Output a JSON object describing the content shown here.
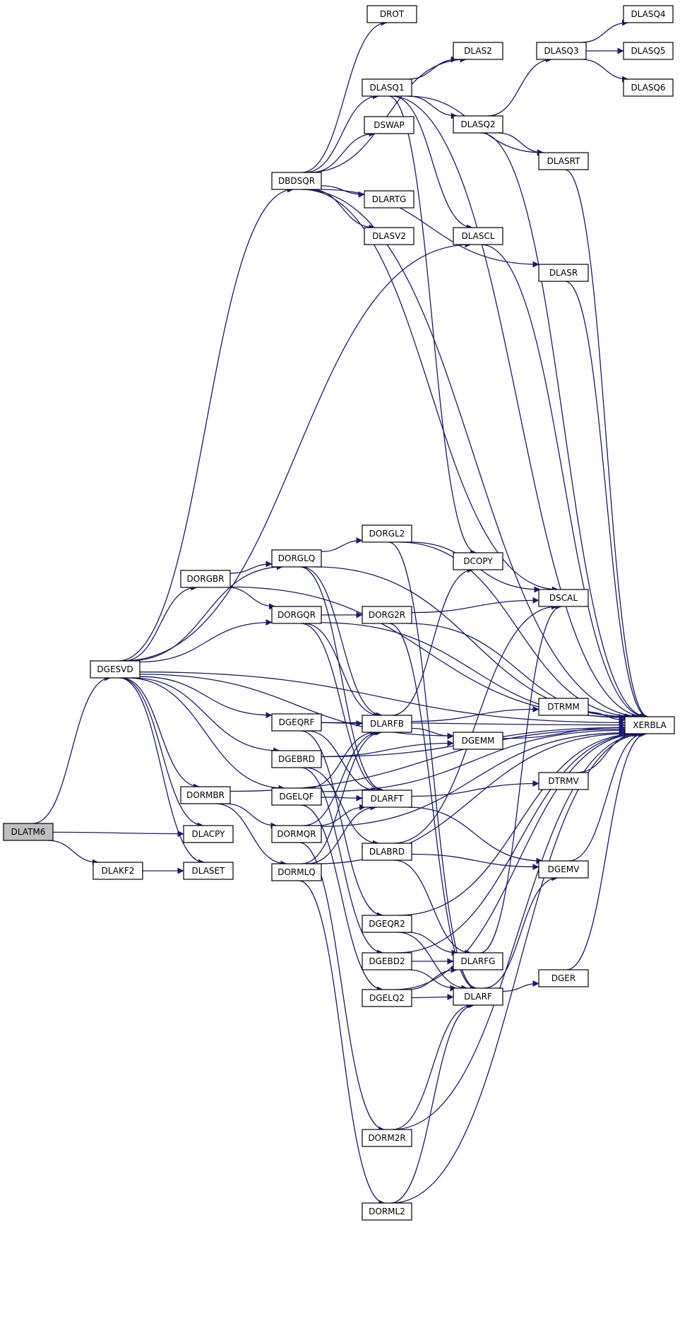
{
  "colors": {
    "edge": "#191970",
    "root_fill": "#bfbfbf",
    "node_fill": "#ffffff",
    "node_border": "#000000"
  },
  "nodes": {
    "DLATM6": "DLATM6",
    "DGESVD": "DGESVD",
    "DLAKF2": "DLAKF2",
    "DLACPY": "DLACPY",
    "DLASET": "DLASET",
    "DBDSQR": "DBDSQR",
    "DORGBR": "DORGBR",
    "DORMBR": "DORMBR",
    "DORGLQ": "DORGLQ",
    "DORGQR": "DORGQR",
    "DGEQRF": "DGEQRF",
    "DGEBRD": "DGEBRD",
    "DGELQF": "DGELQF",
    "DORMQR": "DORMQR",
    "DORMLQ": "DORMLQ",
    "DROT": "DROT",
    "DLASQ1": "DLASQ1",
    "DSWAP": "DSWAP",
    "DLARTG": "DLARTG",
    "DLASV2": "DLASV2",
    "DLAS2": "DLAS2",
    "DLASQ2": "DLASQ2",
    "DLASCL": "DLASCL",
    "DORGL2": "DORGL2",
    "DORG2R": "DORG2R",
    "DLARFB": "DLARFB",
    "DLARFT": "DLARFT",
    "DLABRD": "DLABRD",
    "DGEQR2": "DGEQR2",
    "DGEBD2": "DGEBD2",
    "DGELQ2": "DGELQ2",
    "DORM2R": "DORM2R",
    "DORML2": "DORML2",
    "DCOPY": "DCOPY",
    "DGEMM": "DGEMM",
    "DLARFG": "DLARFG",
    "DLARF": "DLARF",
    "DLASQ3": "DLASQ3",
    "DLASRT": "DLASRT",
    "DLASR": "DLASR",
    "DSCAL": "DSCAL",
    "DTRMM": "DTRMM",
    "DTRMV": "DTRMV",
    "DGEMV": "DGEMV",
    "DGER": "DGER",
    "DLASQ4": "DLASQ4",
    "DLASQ5": "DLASQ5",
    "DLASQ6": "DLASQ6",
    "XERBLA": "XERBLA"
  },
  "edges": [
    [
      "DLATM6",
      "DGESVD"
    ],
    [
      "DLATM6",
      "DLACPY"
    ],
    [
      "DLATM6",
      "DLAKF2"
    ],
    [
      "DLAKF2",
      "DLASET"
    ],
    [
      "DGESVD",
      "DBDSQR"
    ],
    [
      "DGESVD",
      "DLASCL"
    ],
    [
      "DGESVD",
      "DORGLQ"
    ],
    [
      "DGESVD",
      "DORGBR"
    ],
    [
      "DGESVD",
      "DORGQR"
    ],
    [
      "DGESVD",
      "DGEQRF"
    ],
    [
      "DGESVD",
      "DGEBRD"
    ],
    [
      "DGESVD",
      "DGELQF"
    ],
    [
      "DGESVD",
      "DORMBR"
    ],
    [
      "DGESVD",
      "DLACPY"
    ],
    [
      "DGESVD",
      "DLASET"
    ],
    [
      "DGESVD",
      "DGEMM"
    ],
    [
      "DGESVD",
      "XERBLA"
    ],
    [
      "DBDSQR",
      "DROT"
    ],
    [
      "DBDSQR",
      "DLAS2"
    ],
    [
      "DBDSQR",
      "DLASQ1"
    ],
    [
      "DBDSQR",
      "DSWAP"
    ],
    [
      "DBDSQR",
      "DLARTG"
    ],
    [
      "DBDSQR",
      "DLASV2"
    ],
    [
      "DBDSQR",
      "DLASR"
    ],
    [
      "DBDSQR",
      "DSCAL"
    ],
    [
      "DBDSQR",
      "XERBLA"
    ],
    [
      "DLASQ1",
      "DLAS2"
    ],
    [
      "DLASQ1",
      "DLASQ2"
    ],
    [
      "DLASQ1",
      "DLASRT"
    ],
    [
      "DLASQ1",
      "DLASCL"
    ],
    [
      "DLASQ1",
      "DCOPY"
    ],
    [
      "DLASQ1",
      "XERBLA"
    ],
    [
      "DLASQ2",
      "DLASQ3"
    ],
    [
      "DLASQ2",
      "DLASRT"
    ],
    [
      "DLASQ2",
      "XERBLA"
    ],
    [
      "DLASQ3",
      "DLASQ4"
    ],
    [
      "DLASQ3",
      "DLASQ5"
    ],
    [
      "DLASQ3",
      "DLASQ6"
    ],
    [
      "DLASRT",
      "XERBLA"
    ],
    [
      "DLASCL",
      "XERBLA"
    ],
    [
      "DLASR",
      "XERBLA"
    ],
    [
      "DORGBR",
      "DORGLQ"
    ],
    [
      "DORGBR",
      "DORGQR"
    ],
    [
      "DORGBR",
      "XERBLA"
    ],
    [
      "DORGLQ",
      "DORGL2"
    ],
    [
      "DORGLQ",
      "DLARFB"
    ],
    [
      "DORGLQ",
      "DLARFT"
    ],
    [
      "DORGLQ",
      "XERBLA"
    ],
    [
      "DORGQR",
      "DORG2R"
    ],
    [
      "DORGQR",
      "DLARFB"
    ],
    [
      "DORGQR",
      "DLARFT"
    ],
    [
      "DORGQR",
      "XERBLA"
    ],
    [
      "DORGL2",
      "DSCAL"
    ],
    [
      "DORGL2",
      "DLARF"
    ],
    [
      "DORGL2",
      "XERBLA"
    ],
    [
      "DORG2R",
      "DSCAL"
    ],
    [
      "DORG2R",
      "DLARF"
    ],
    [
      "DORG2R",
      "XERBLA"
    ],
    [
      "DGEQRF",
      "DLARFB"
    ],
    [
      "DGEQRF",
      "DLARFT"
    ],
    [
      "DGEQRF",
      "DGEQR2"
    ],
    [
      "DGEQRF",
      "XERBLA"
    ],
    [
      "DGEBRD",
      "DGEMM"
    ],
    [
      "DGEBRD",
      "DLABRD"
    ],
    [
      "DGEBRD",
      "DGEBD2"
    ],
    [
      "DGEBRD",
      "XERBLA"
    ],
    [
      "DGELQF",
      "DLARFB"
    ],
    [
      "DGELQF",
      "DLARFT"
    ],
    [
      "DGELQF",
      "DGELQ2"
    ],
    [
      "DGELQF",
      "XERBLA"
    ],
    [
      "DORMBR",
      "DORMQR"
    ],
    [
      "DORMBR",
      "DORMLQ"
    ],
    [
      "DORMBR",
      "XERBLA"
    ],
    [
      "DORMQR",
      "DLARFB"
    ],
    [
      "DORMQR",
      "DLARFT"
    ],
    [
      "DORMQR",
      "DORM2R"
    ],
    [
      "DORMQR",
      "XERBLA"
    ],
    [
      "DORMLQ",
      "DLARFB"
    ],
    [
      "DORMLQ",
      "DLARFT"
    ],
    [
      "DORMLQ",
      "DORML2"
    ],
    [
      "DORMLQ",
      "XERBLA"
    ],
    [
      "DLARFB",
      "DCOPY"
    ],
    [
      "DLARFB",
      "DGEMM"
    ],
    [
      "DLARFB",
      "DTRMM"
    ],
    [
      "DLARFT",
      "DTRMV"
    ],
    [
      "DLARFT",
      "DGEMV"
    ],
    [
      "DLABRD",
      "DSCAL"
    ],
    [
      "DLABRD",
      "DGEMV"
    ],
    [
      "DLABRD",
      "DLARFG"
    ],
    [
      "DGEQR2",
      "DLARFG"
    ],
    [
      "DGEQR2",
      "DLARF"
    ],
    [
      "DGEQR2",
      "XERBLA"
    ],
    [
      "DGEBD2",
      "DLARFG"
    ],
    [
      "DGEBD2",
      "DLARF"
    ],
    [
      "DGEBD2",
      "XERBLA"
    ],
    [
      "DGELQ2",
      "DLARFG"
    ],
    [
      "DGELQ2",
      "DLARF"
    ],
    [
      "DGELQ2",
      "XERBLA"
    ],
    [
      "DORM2R",
      "DLARF"
    ],
    [
      "DORM2R",
      "XERBLA"
    ],
    [
      "DORML2",
      "DLARF"
    ],
    [
      "DORML2",
      "XERBLA"
    ],
    [
      "DLARFG",
      "DSCAL"
    ],
    [
      "DLARF",
      "DGER"
    ],
    [
      "DLARF",
      "DGEMV"
    ],
    [
      "DTRMM",
      "XERBLA"
    ],
    [
      "DGEMM",
      "XERBLA"
    ],
    [
      "DTRMV",
      "XERBLA"
    ],
    [
      "DGEMV",
      "XERBLA"
    ],
    [
      "DGER",
      "XERBLA"
    ]
  ]
}
